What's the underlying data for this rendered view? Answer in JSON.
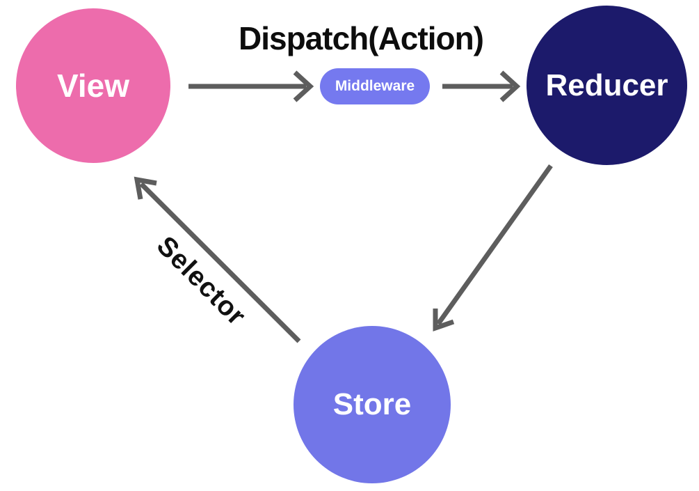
{
  "diagram": {
    "title": "Dispatch(Action)",
    "nodes": [
      {
        "id": "view",
        "label": "View",
        "color": "#ed6cac",
        "text_color": "#ffffff"
      },
      {
        "id": "reducer",
        "label": "Reducer",
        "color": "#1c1a6b",
        "text_color": "#ffffff"
      },
      {
        "id": "store",
        "label": "Store",
        "color": "#7276e8",
        "text_color": "#ffffff"
      }
    ],
    "middleware_badge": {
      "label": "Middleware",
      "color": "#7579ef",
      "text_color": "#ffffff"
    },
    "edges": [
      {
        "from": "view",
        "to": "middleware",
        "label": ""
      },
      {
        "from": "middleware",
        "to": "reducer",
        "label": ""
      },
      {
        "from": "reducer",
        "to": "store",
        "label": ""
      },
      {
        "from": "store",
        "to": "view",
        "label": "Selector"
      }
    ],
    "selector_label": "Selector",
    "arrow_color": "#5d5d5d",
    "background": "#ffffff",
    "title_color": "#0d0d0d"
  }
}
